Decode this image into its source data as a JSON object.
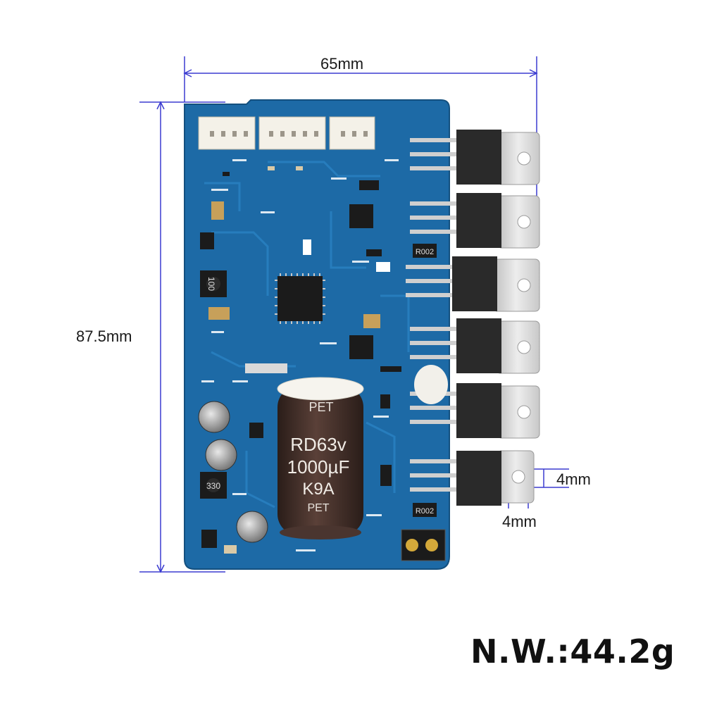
{
  "product": {
    "dimensions": {
      "width_label": "65mm",
      "height_label": "87.5mm",
      "tab_spacing_label": "4mm",
      "tab_offset_label": "4mm"
    },
    "net_weight": "N.W.:44.2g",
    "capacitor": {
      "brand": "PET",
      "voltage": "RD63v",
      "capacitance": "1000µF",
      "code": "K9A",
      "brand_bottom": "PET"
    },
    "shunt_labels": [
      "R002",
      "R002"
    ],
    "inductor_labels": [
      "100",
      "330"
    ]
  },
  "colors": {
    "board": "#1d6aa6",
    "dimension_lines": "#3b3bd0",
    "mosfet_body": "#2a2a2a",
    "heatsink_tab": "#d8d8d8",
    "capacitor_body": "#3d2b26"
  }
}
